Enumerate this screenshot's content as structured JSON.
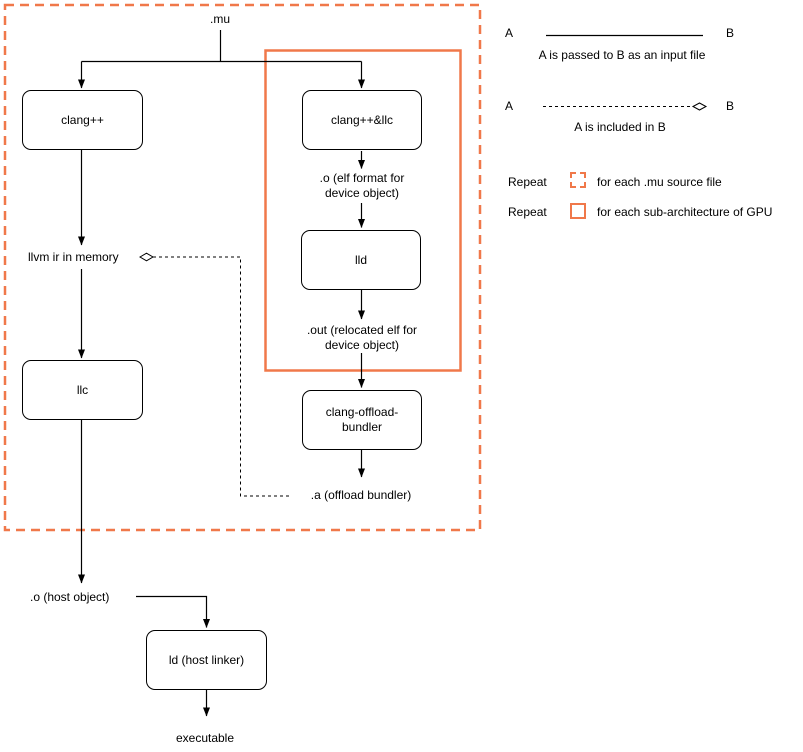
{
  "diagram": {
    "labels": {
      "mu": ".mu",
      "o_elf": ".o (elf format for device object)",
      "out_elf": ".out (relocated elf for device object)",
      "a_bundle": ".a (offload bundler)",
      "llvm_ir": "llvm ir in memory",
      "o_host": ".o (host object)",
      "executable": "executable"
    },
    "nodes": {
      "clangpp": "clang++",
      "clangpp_llc": "clang++&llc",
      "lld": "lld",
      "llc": "llc",
      "bundler": "clang-offload-bundler",
      "ld": "ld (host linker)"
    },
    "colors": {
      "orange": "#F0784A",
      "line": "#000000"
    }
  },
  "legend": {
    "input_file": {
      "a": "A",
      "b": "B",
      "caption": "A is passed to B as an input file"
    },
    "included": {
      "a": "A",
      "b": "B",
      "caption": "A is included in B"
    },
    "repeat_mu": {
      "label": "Repeat",
      "caption": "for each .mu source file"
    },
    "repeat_gpu": {
      "label": "Repeat",
      "caption": "for each sub-architecture of GPU"
    }
  }
}
